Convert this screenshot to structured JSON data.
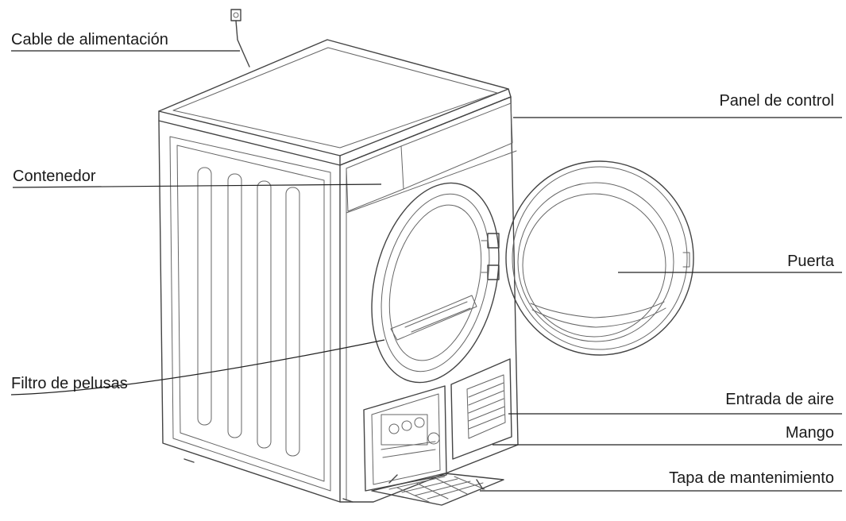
{
  "labels": {
    "power_cable": "Cable de alimentación",
    "control_panel": "Panel de control",
    "container": "Contenedor",
    "door": "Puerta",
    "lint_filter": "Filtro de pelusas",
    "air_inlet": "Entrada de aire",
    "handle": "Mango",
    "maintenance_cover": "Tapa de mantenimiento"
  }
}
